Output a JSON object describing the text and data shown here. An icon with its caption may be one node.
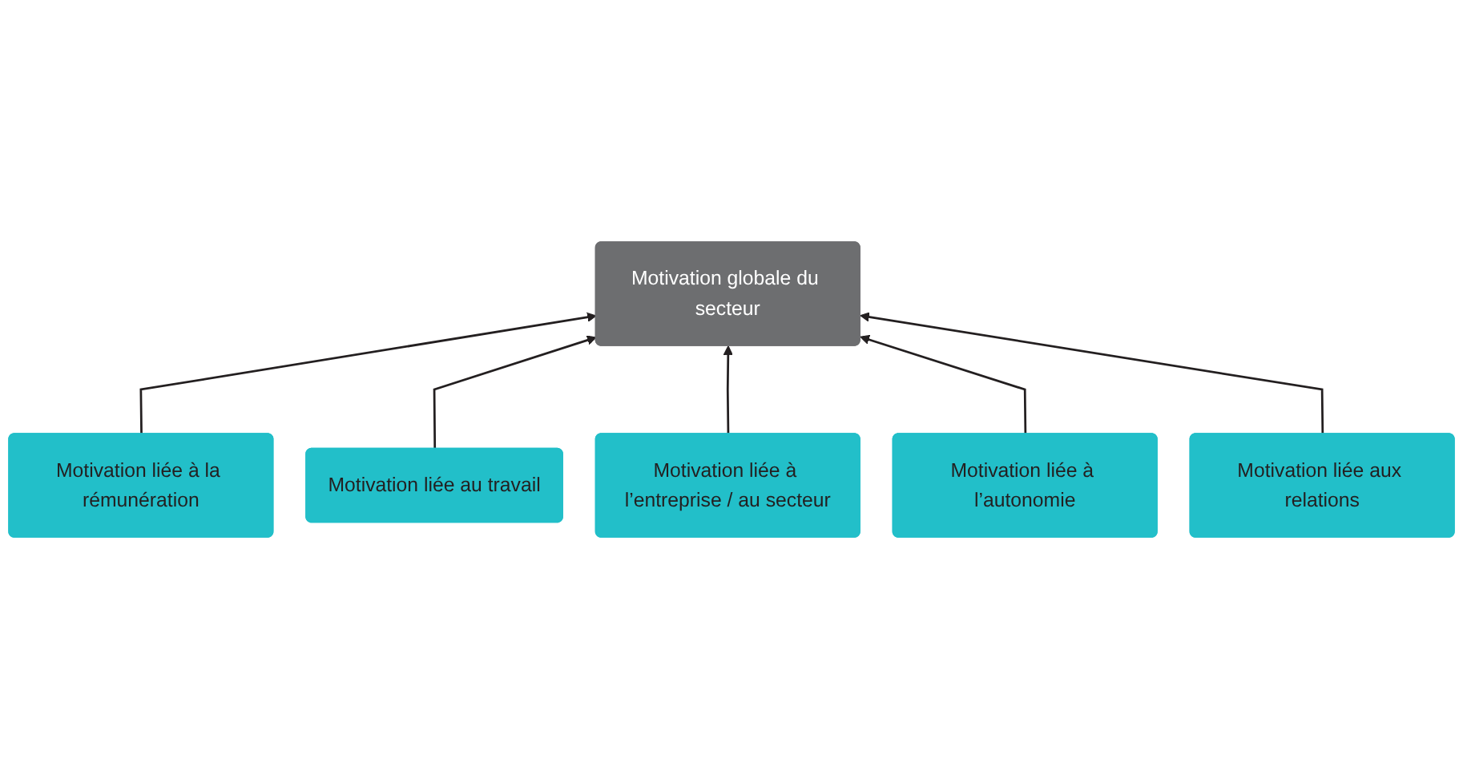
{
  "diagram": {
    "nodes": [
      {
        "text": [
          "Motivation liée à la rémunération"
        ]
      },
      {
        "text": [
          "Motivation liée au travail"
        ]
      },
      {
        "text": [
          "Motivation globale du secteur"
        ]
      },
      {
        "text": [
          "Motivation liée à l’entreprise / au secteur"
        ]
      },
      {
        "text": [
          "Motivation liée à l’autonomie"
        ]
      },
      {
        "text": [
          "Motivation liée aux relations"
        ]
      }
    ],
    "edges": [
      {
        "from": 0,
        "to": 2,
        "arrow": "to"
      },
      {
        "from": 1,
        "to": 2,
        "arrow": "to"
      },
      {
        "from": 3,
        "to": 2,
        "arrow": "to"
      },
      {
        "from": 4,
        "to": 2,
        "arrow": "to"
      },
      {
        "from": 5,
        "to": 2,
        "arrow": "to"
      }
    ]
  }
}
